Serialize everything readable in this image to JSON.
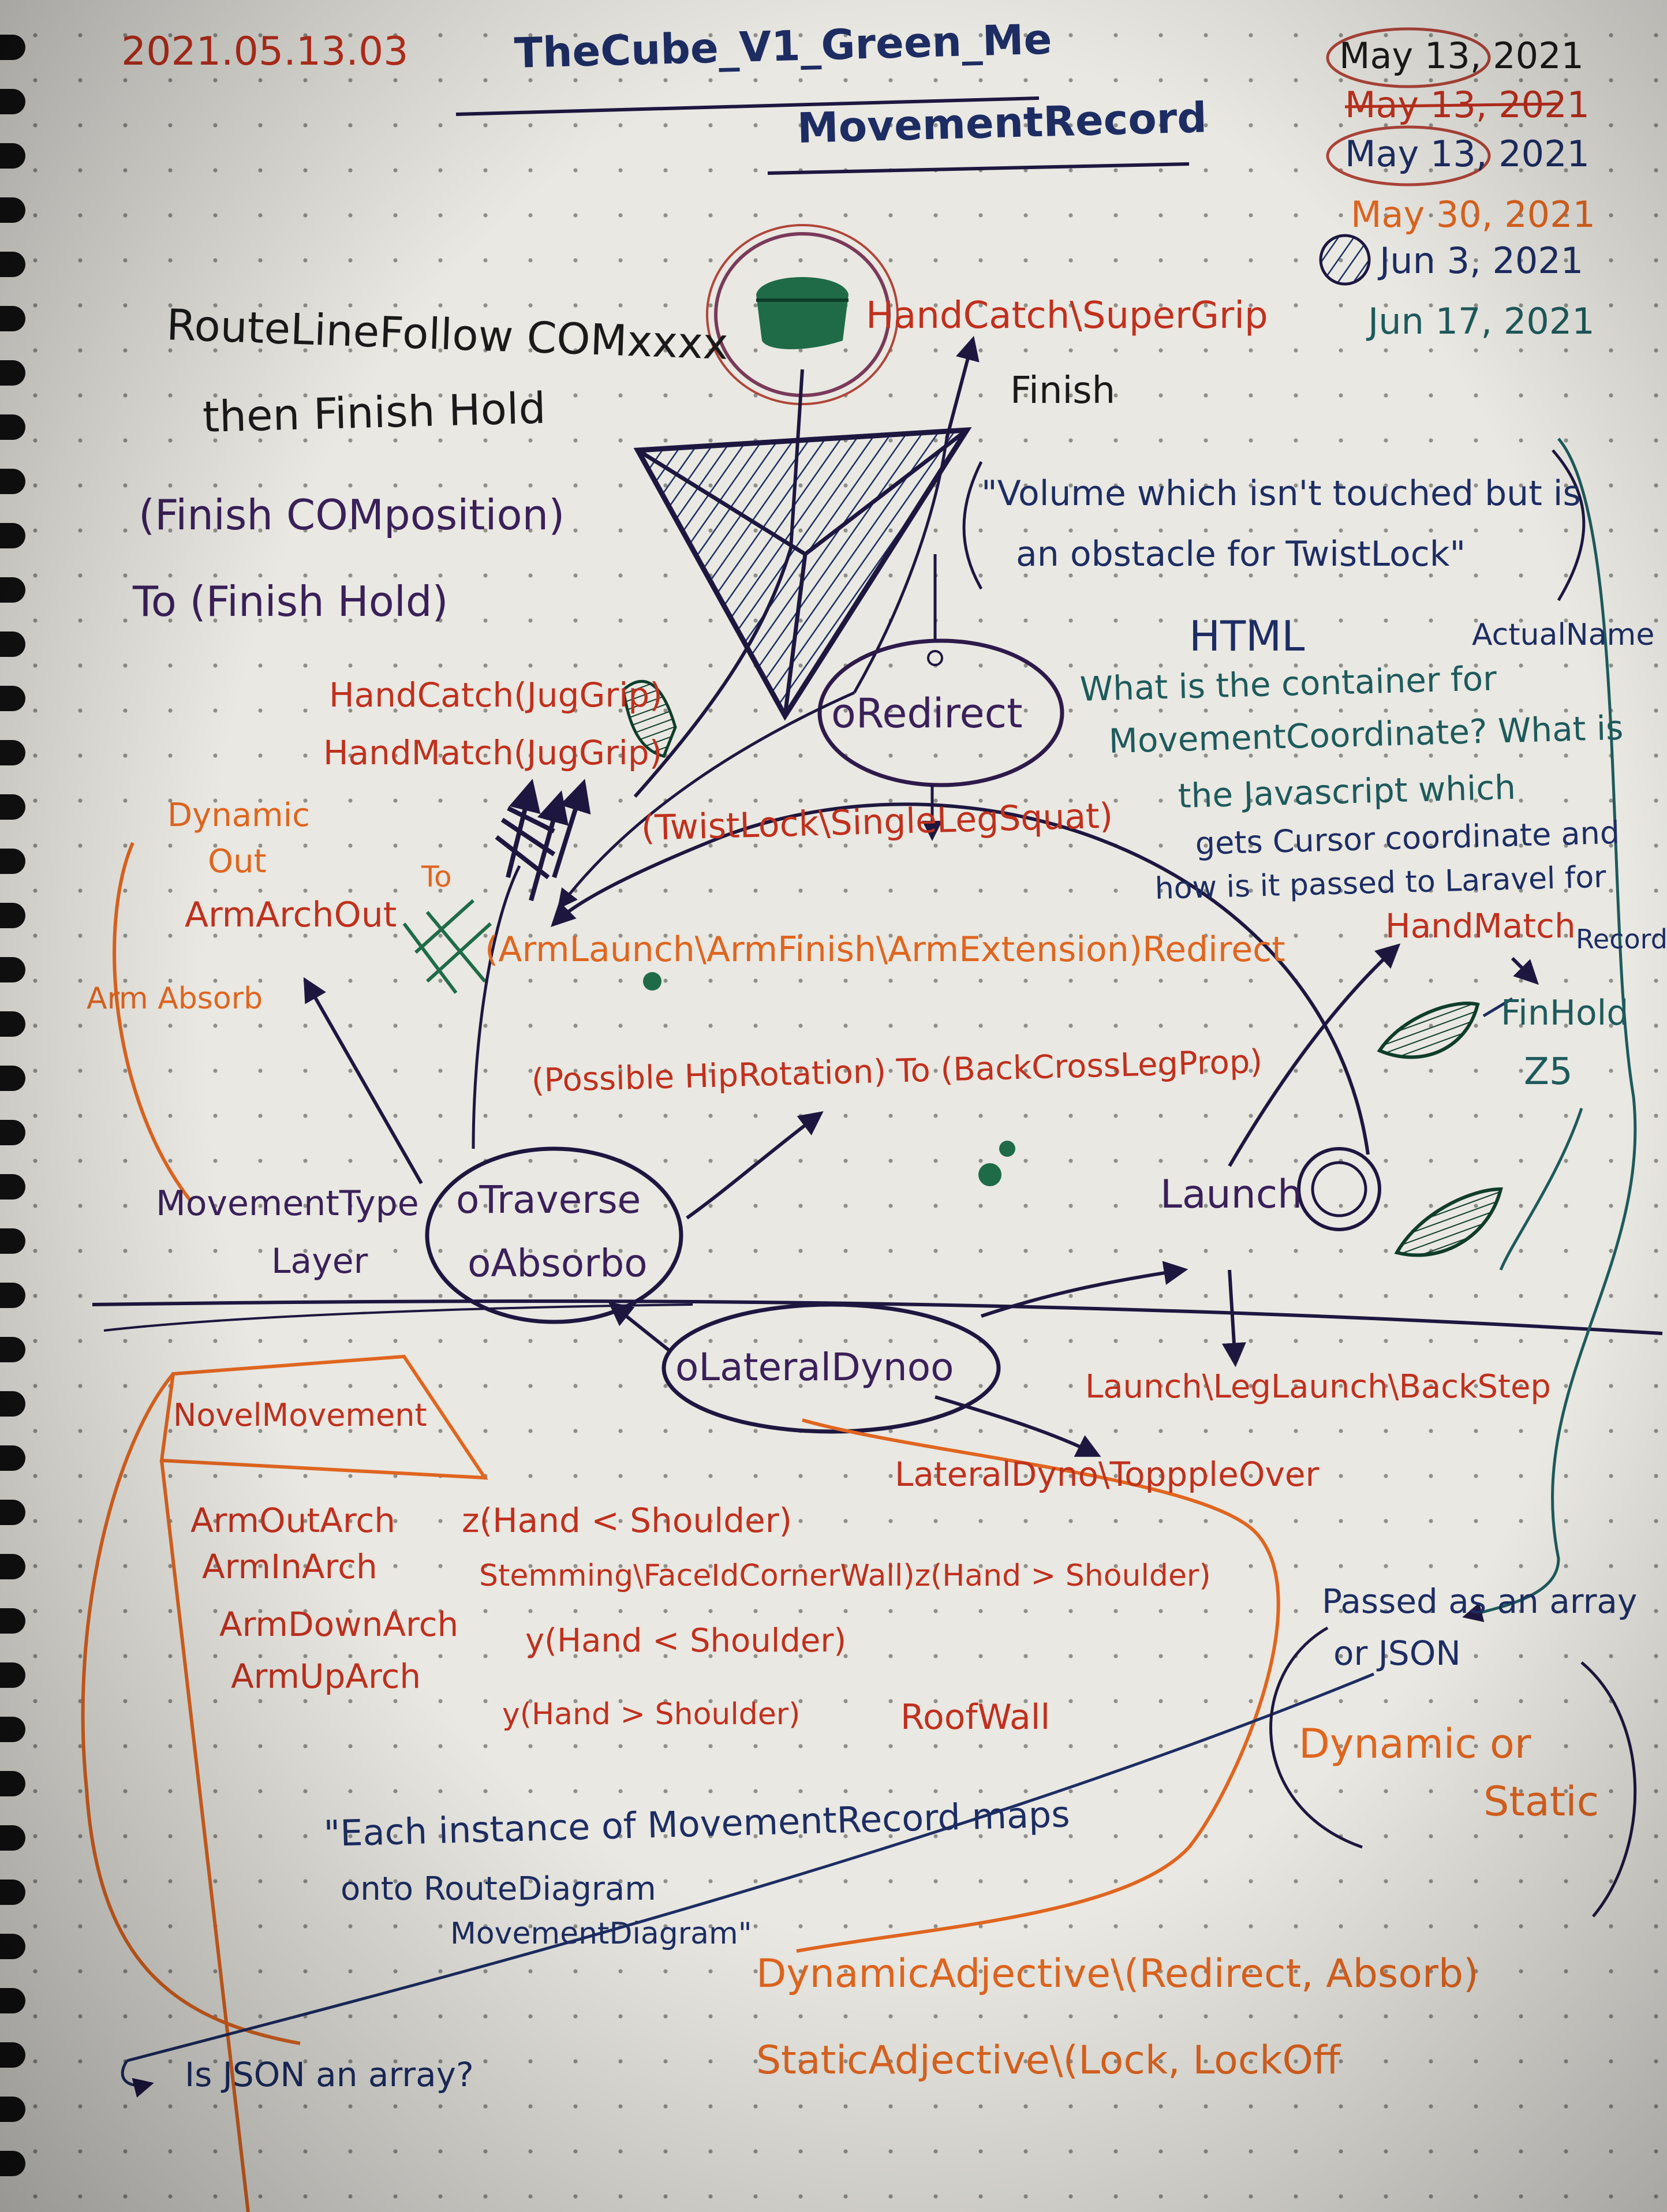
{
  "colors": {
    "paper": "#e9e8e2",
    "red_ink": "#c0301d",
    "orange_ink": "#e0651f",
    "purple_ink": "#3a2059",
    "navy_ink": "#1d2d63",
    "teal_ink": "#1e5a5c",
    "green_ink": "#1f6b48"
  },
  "header": {
    "code": "2021.05.13.03",
    "title_line1": "TheCube_V1_Green_Me",
    "title_line2": "MovementRecord"
  },
  "dates": [
    "May 13, 2021",
    "May 13, 2021",
    "May 13, 2021",
    "May 30, 2021",
    "Jun 3, 2021",
    "Jun 17, 2021"
  ],
  "notes": {
    "route_line": "RouteLineFollow COMxxxx",
    "then_finish": "then Finish Hold",
    "finish_com": "(Finish COMposition)",
    "to_finish": "To (Finish Hold)",
    "hand_catch_top": "HandCatch\\SuperGrip",
    "finish": "Finish",
    "volume_quote_1": "\"Volume which isn't touched but is",
    "volume_quote_2": "an obstacle for TwistLock\"",
    "html": "HTML",
    "actual_name": "ActualName",
    "container_q1": "What is the container for",
    "container_q2": "MovementCoordinate? What is",
    "container_q3": "the Javascript which",
    "container_q4": "gets Cursor coordinate and",
    "container_q5": "how is it passed to Laravel for",
    "container_q6": "Record",
    "hand_catch_jug": "HandCatch(JugGrip)",
    "hand_match_jug": "HandMatch(JugGrip)",
    "dynamic": "Dynamic",
    "out": "Out",
    "armarch_out": "ArmArchOut",
    "arm_absorb": "Arm Absorb",
    "to_small": "To",
    "twistlock": "(TwistLock\\SingleLegSquat)",
    "armlaunch": "(ArmLaunch\\ArmFinish\\ArmExtension)Redirect",
    "hand_match_right": "HandMatch",
    "fin_hold": "FinHold",
    "z5": "Z5",
    "hip_rotation": "(Possible HipRotation) To (BackCrossLegProp)",
    "movement_type": "MovementType",
    "layer": "Layer",
    "traverse": "oTraverse",
    "absorb": "oAbsorbo",
    "launch": "Launch",
    "redirect": "oRedirect",
    "lateral_dyno": "oLateralDynoo",
    "launch_leg": "Launch\\LegLaunch\\BackStep",
    "lateral_topple": "LateralDyno\\TopppleOver",
    "novel_movement": "NovelMovement",
    "arm_out_arch": "ArmOutArch",
    "arm_in_arch": "ArmInArch",
    "arm_down_arch": "ArmDownArch",
    "arm_up_arch": "ArmUpArch",
    "z_hand_shoulder": "z(Hand < Shoulder)",
    "stemming": "Stemming\\FaceIdCornerWall)z(Hand > Shoulder)",
    "y_hand_less": "y(Hand < Shoulder)",
    "y_hand_greater": "y(Hand > Shoulder)",
    "roofwall": "RoofWall",
    "passed_array_1": "Passed as an array",
    "passed_array_2": "or JSON",
    "dynamic_or_static_1": "Dynamic or",
    "dynamic_or_static_2": "Static",
    "each_instance_1": "\"Each instance of MovementRecord maps",
    "each_instance_2": "onto RouteDiagram",
    "each_instance_3": "MovementDiagram\"",
    "dynamic_adjective": "DynamicAdjective\\(Redirect, Absorb)",
    "static_adjective": "StaticAdjective\\(Lock, LockOff",
    "is_json_array": "Is JSON an array?"
  }
}
